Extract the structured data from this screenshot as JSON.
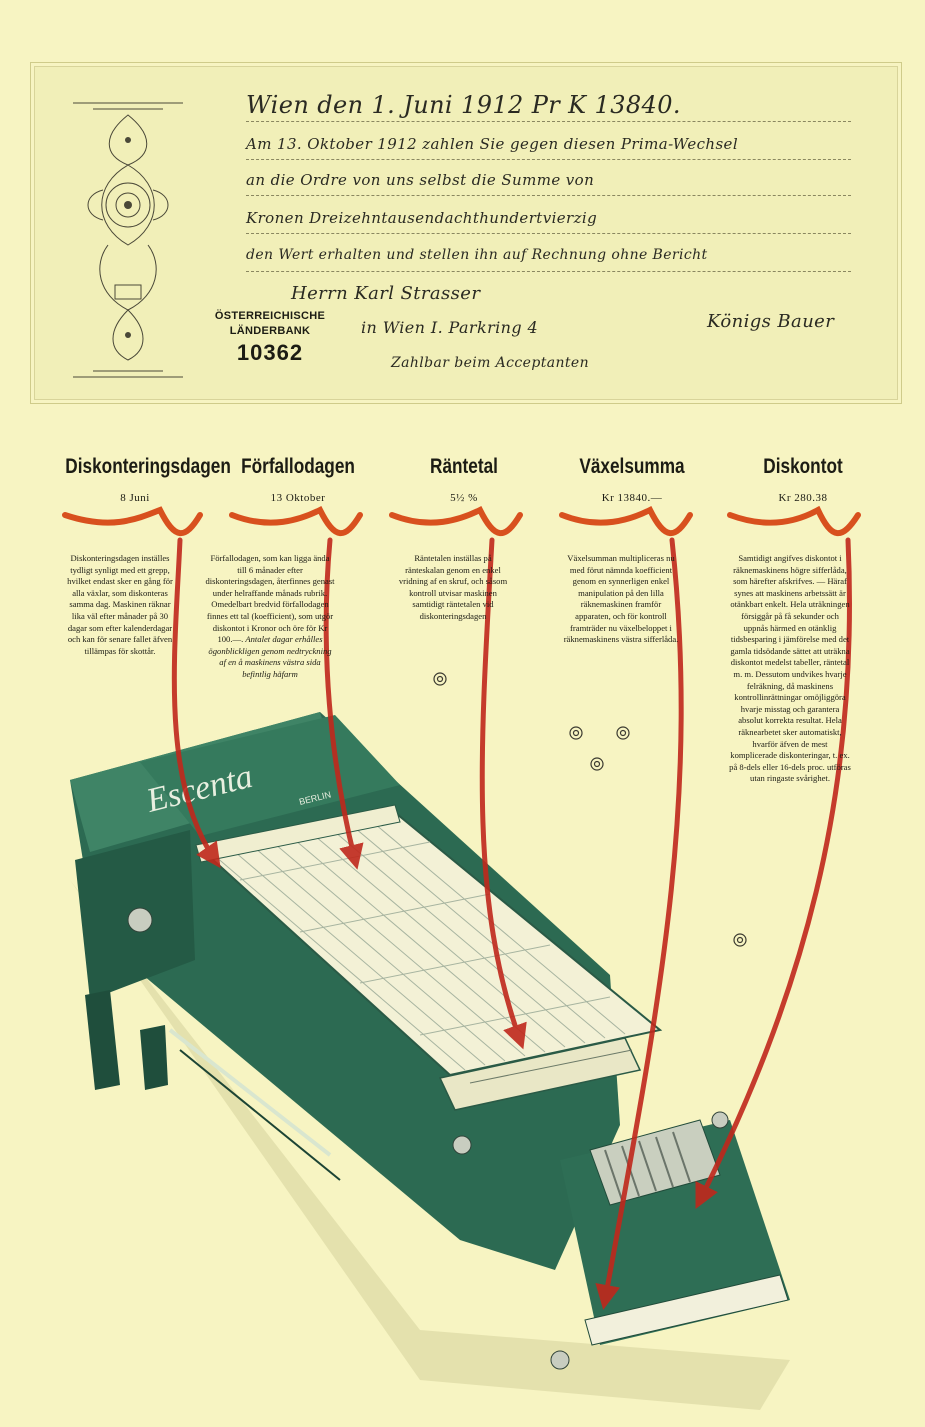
{
  "bill": {
    "line1": "Wien den 1. Juni 1912  Pr K 13840.",
    "line2": "Am 13. Oktober 1912 zahlen Sie gegen diesen Prima-Wechsel",
    "line3": "an die Ordre von uns selbst die Summe von",
    "line4": "Kronen Dreizehntausendachthundertvierzig",
    "line5": "den Wert erhalten und stellen ihn auf Rechnung ohne Bericht",
    "line6": "Herrn Karl Strasser",
    "line7": "in Wien I. Parkring 4",
    "line8": "Zahlbar beim Acceptanten",
    "signature": "Königs Bauer",
    "bank_name": "ÖSTERREICHISCHE LÄNDERBANK",
    "bank_number": "10362"
  },
  "columns": [
    {
      "title": "Diskonteringsdagen",
      "value": "8 Juni",
      "text": "Diskonteringsdagen inställes tydligt synligt med ett grepp, hvilket endast sker en gång för alla växlar, som diskonteras samma dag. Maskinen räknar lika väl efter månader på 30 dagar som efter kalenderdagar och kan för senare fallet äfven tillämpas för skottår."
    },
    {
      "title": "Förfallodagen",
      "value": "13 Oktober",
      "text": "Förfallodagen, som kan ligga ända till 6 månader efter diskonteringsdagen, återfinnes genast under helraffande månads rubrik. Omedelbart bredvid förfallodagen finnes ett tal (koefficient), som utgör diskontot i Kronor och öre för Kr 100.—.",
      "text_italic": "Antalet dagar erhålles ögonblickligen genom nedtryckning af en å maskinens västra sida befintlig häfarm"
    },
    {
      "title": "Räntetal",
      "value": "5½ %",
      "text": "Räntetalen inställas på ränteskalan genom en enkel vridning af en skruf, och såsom kontroll utvisar maskinen samtidigt räntetalen vid diskonteringsdagen"
    },
    {
      "title": "Växelsumma",
      "value": "Kr 13840.—",
      "text": "Växelsumman multipliceras nu med förut nämnda koefficient genom en synnerligen enkel manipulation på den lilla räknemaskinen framför apparaten, och för kontroll framträder nu växelbeloppet i räknemaskinens västra sifferlåda."
    },
    {
      "title": "Diskontot",
      "value": "Kr 280.38",
      "text": "Samtidigt angifves diskontot i räknemaskinens högre sifferlåda, som härefter afskrifves. — Häraf synes att maskinens arbetssätt är otänkbart enkelt. Hela uträkningen försiggår på få sekunder och uppnås härmed en otänklig tidsbesparing i jämförelse med det gamla tidsödande sättet att uträkna diskontot medelst tabeller, räntetal m. m. Dessutom undvikes hvarje felräkning, då maskinens kontrollinrättningar omöjliggöra hvarje misstag och garantera absolut korrekta resultat. Hela räknearbetet sker automatiskt, hvarför äfven de mest komplicerade diskonteringar, t. ex. på 8-dels eller 16-dels proc. utföras utan ringaste svårighet."
    }
  ],
  "machine": {
    "brand": "Escenta",
    "sub_brand": "BERLIN"
  },
  "colors": {
    "paper": "#f7f4c2",
    "machine_green": "#2c6a52",
    "arrow_orange": "#d8501e",
    "arrow_red": "#c0281c"
  }
}
